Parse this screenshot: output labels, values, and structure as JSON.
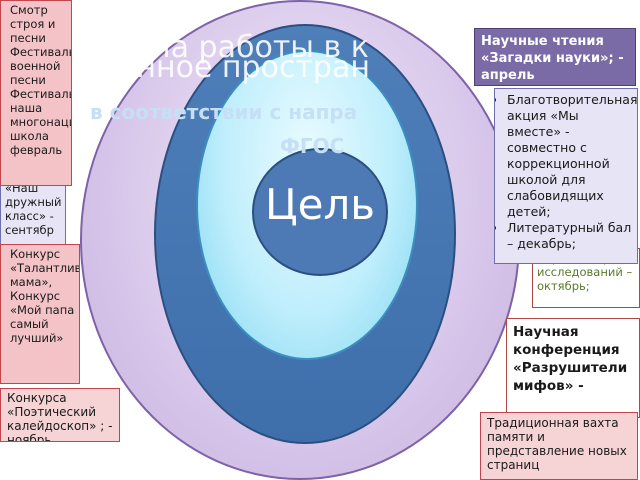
{
  "diagram": {
    "center_label": "Цель",
    "overlay_line1": "ма работы в к",
    "overlay_line2": "онное простран",
    "overlay_line3": "в соответствии с напра",
    "overlay_line4": "ФГОС",
    "colors": {
      "outer_ellipse": "#d7c6ea",
      "middle_ellipse": "#4f7fb9",
      "inner_ellipse": "#bfeefc",
      "core_circle": "#4d7ab4",
      "pink_box": "#f3c3c7",
      "purple_box": "#7a6aa6"
    }
  },
  "boxes": {
    "top_left": {
      "items": [
        "Смотр строя и песни",
        "Фестиваль военной песни",
        "Фестиваль наша многонациональная школа февраль"
      ]
    },
    "left_mid": {
      "text": "«Наш дружный класс» - сентябр"
    },
    "left_contest": {
      "items": [
        "Конкурс «Талантливая мама»,",
        "Конкурс «Мой папа самый лучший»"
      ]
    },
    "bottom_left": {
      "text": "Конкурса «Поэтический калейдоскоп» ; - ноябрь"
    },
    "top_right": {
      "text": "Научные чтения «Загадки науки»; - апрель"
    },
    "right_list": {
      "items": [
        "Благотворительная акция «Мы вместе» - совместно с коррекционной школой для слабовидящих детей;",
        "Литературный бал – декабрь;"
      ]
    },
    "right_small": {
      "text": "Страт в мир исследований – октябрь;"
    },
    "right_conference": {
      "text": "Научная конференция «Разрушители мифов» -"
    },
    "bottom_right": {
      "text": "Традиционная вахта памяти и представление новых страниц"
    }
  }
}
